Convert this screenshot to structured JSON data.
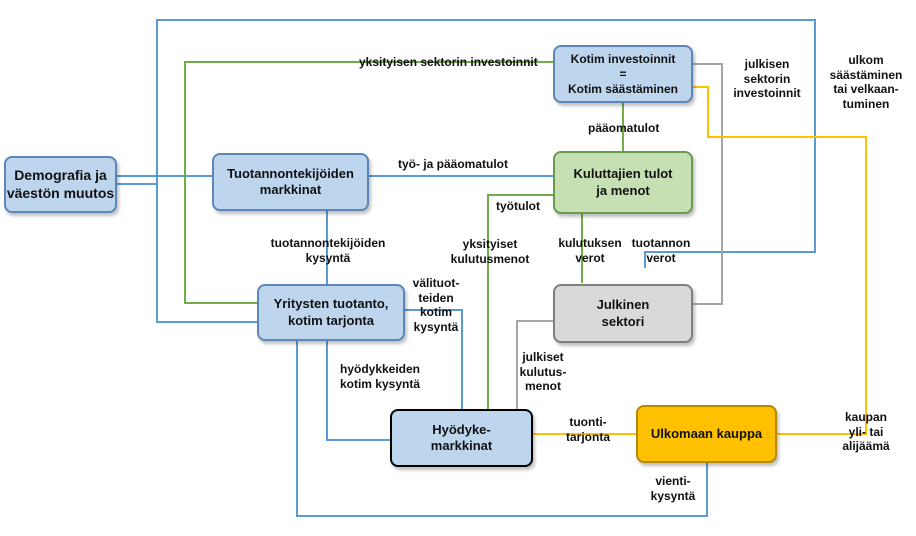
{
  "nodes": {
    "demografia": "Demografia ja\nväestön muutos",
    "tuotannontekijoiden_markkinat": "Tuotannontekijöiden\nmarkkinat",
    "kotim_investoinnit": "Kotim investoinnit\n=\nKotim säästäminen",
    "kuluttajien_tulot": "Kuluttajien tulot\nja menot",
    "yritysten_tuotanto": "Yritysten tuotanto,\nkotim tarjonta",
    "julkinen_sektori": "Julkinen\nsektori",
    "hyodykemarkkinat": "Hyödyke-\nmarkkinat",
    "ulkomaan_kauppa": "Ulkomaan kauppa"
  },
  "labels": {
    "yksityisen_investoinnit": "yksityisen sektorin investoinnit",
    "julkisen_investoinnit": "julkisen\nsektorin\ninvestoinnit",
    "ulkom_saastaminen": "ulkom\nsäästäminen\ntai velkaan-\ntuminen",
    "paaomatulot": "pääomatulot",
    "tyo_ja_paaomatulot": "työ- ja pääomatulot",
    "tyotulot": "työtulot",
    "tuotannontekijoiden_kysynta": "tuotannontekijöiden\nkysyntä",
    "yksityiset_kulutusmenot": "yksityiset\nkulutusmenot",
    "kulutuksen_verot": "kulutuksen\nverot",
    "tuotannon_verot": "tuotannon\nverot",
    "valituotteiden_kysynta": "välituot-\nteiden\nkotim\nkysyntä",
    "julkiset_kulutusmenot": "julkiset\nkulutus-\nmenot",
    "hyodykkeiden_kysynta": "hyödykkeiden\nkotim kysyntä",
    "tuontitarjonta": "tuonti-\ntarjonta",
    "kaupan_ylijaama": "kaupan\nyli- tai\nalijäämä",
    "vientikysynta": "vienti-\nkysyntä"
  },
  "colors": {
    "blue_line": "#5b9bd5",
    "green_line": "#70ad47",
    "grey_line": "#a6a6a6",
    "yellow_line": "#ffc000",
    "blue_fill": "#bdd6ee",
    "green_fill": "#c6e0b4",
    "grey_fill": "#d9d9d9",
    "orange_fill": "#ffc000"
  }
}
